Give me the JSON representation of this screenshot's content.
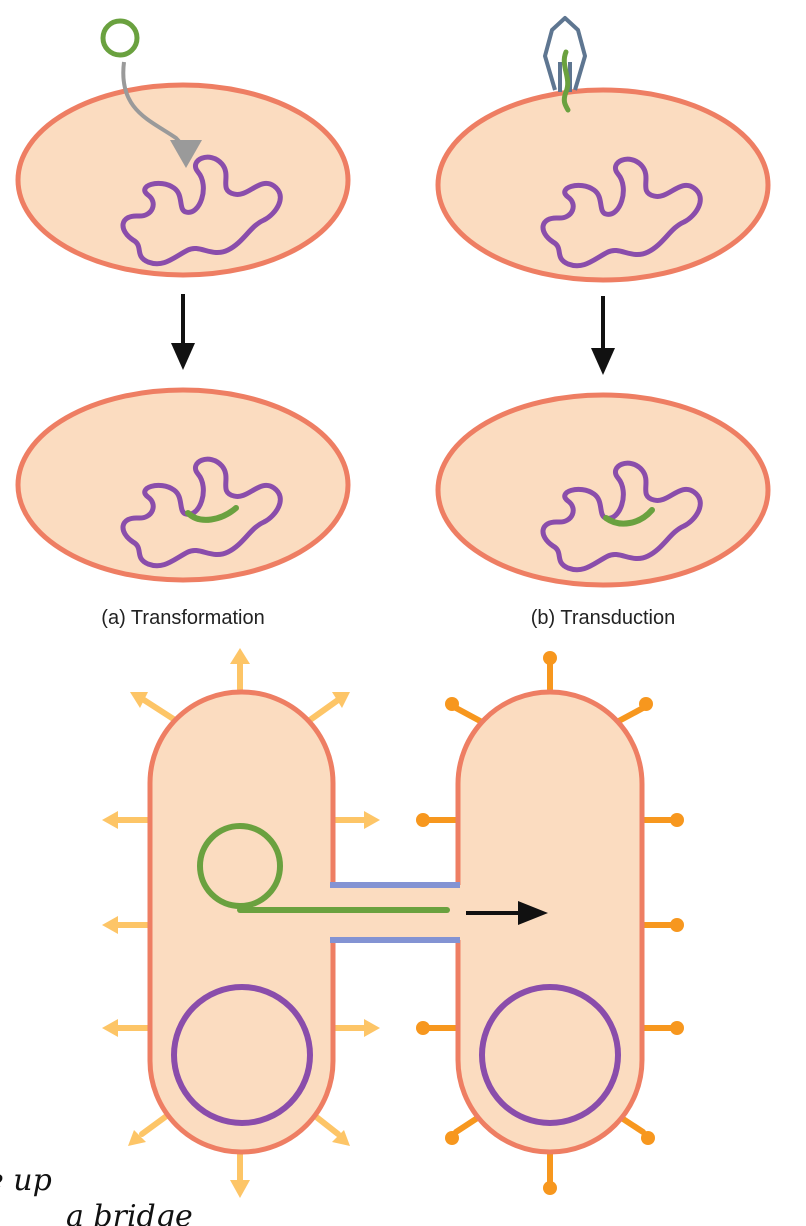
{
  "panels": {
    "transformation": {
      "label": "(a) Transformation"
    },
    "transduction": {
      "label": "(b) Transduction"
    }
  },
  "handwriting": {
    "line1": "e up",
    "line2": "a bridge"
  },
  "colors": {
    "cell_fill": "#fbdcc0",
    "cell_outline": "#ee7e63",
    "chromosome": "#8a4dab",
    "donor_dna": "#6aa13f",
    "uptake_arrow": "#9a9a9a",
    "phage": "#5e7691",
    "process_arrow": "#111111",
    "pilus_bridge": "#8393d3",
    "pili_left": "#fdc567",
    "pili_right": "#f7971e"
  }
}
